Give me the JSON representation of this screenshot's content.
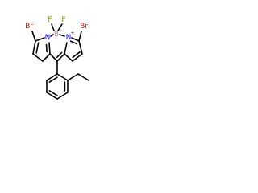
{
  "molecule": {
    "atoms": {
      "br_left": "Br",
      "br_right": "Br",
      "f_left": "F",
      "f_right": "F",
      "n_left": "N",
      "n_right": "N",
      "boron": "B",
      "boron_charge": "−",
      "n_right_charge": "+"
    },
    "colors": {
      "bond": "#000000",
      "bromine": "#a52a2a",
      "fluorine": "#7a9a00",
      "nitrogen": "#0000ff",
      "boron": "#c08080"
    }
  }
}
